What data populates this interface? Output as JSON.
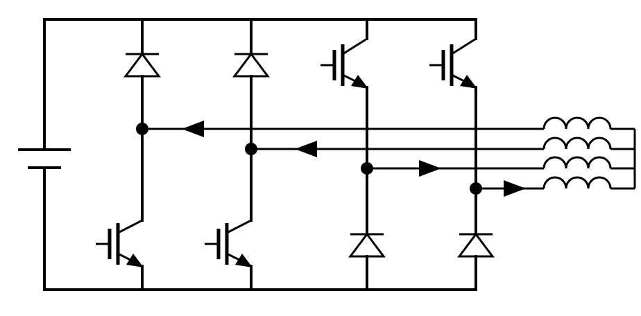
{
  "diagram": {
    "components": {
      "battery": "battery-icon",
      "diodes": 4,
      "transistors": 4,
      "coils": 4
    },
    "current_directions": [
      "left",
      "left",
      "right",
      "right"
    ],
    "colors": {
      "line": "#000000",
      "background": "#ffffff"
    }
  }
}
